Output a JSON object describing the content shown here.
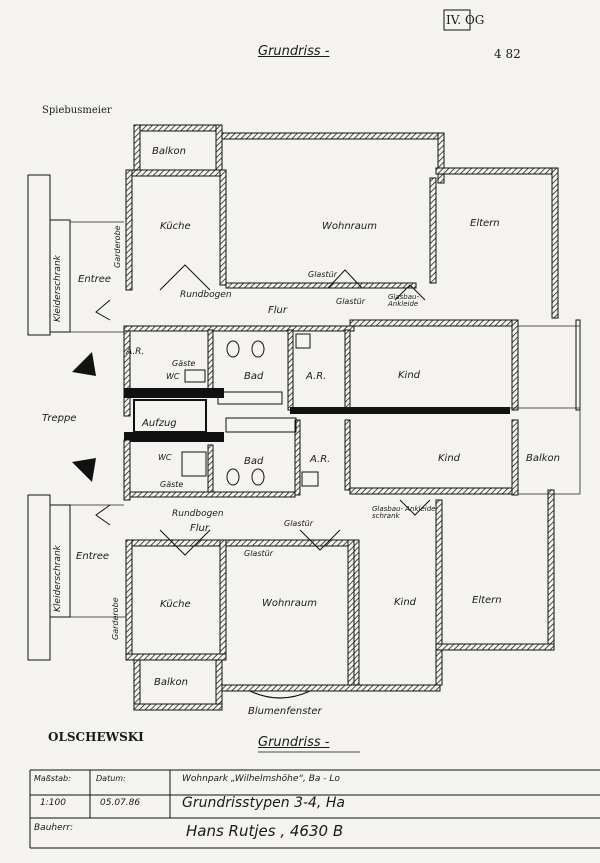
{
  "header": {
    "floor_stamp": "IV. OG",
    "sheet_no": "4 82",
    "title_top": "Grundriss -",
    "annotator_top": "Spiebusmeier",
    "annotator_bottom": "OLSCHEWSKI",
    "title_bottom": "Grundriss -"
  },
  "rooms": {
    "balkon_top": "Balkon",
    "kueche_top": "Küche",
    "wohnraum_top": "Wohnraum",
    "eltern_top": "Eltern",
    "garderobe_top": "Garderobe",
    "kleiderschrank_top": "Kleiderschrank",
    "entree_top": "Entree",
    "glastuer_top1": "Glastür",
    "rundbogen_top": "Rundbogen",
    "flur_top": "Flur",
    "glastuer_top2": "Glastür",
    "ankleide_top": "Glasbau- Ankleide",
    "ar_top_left": "A.R.",
    "gaeste_top": "Gäste",
    "wc_top": "WC",
    "bad_top": "Bad",
    "ar_top_mid": "A.R.",
    "kind_top": "Kind",
    "treppe": "Treppe",
    "aufzug": "Aufzug",
    "wc_bottom": "WC",
    "gaeste_bottom": "Gäste",
    "bad_bottom": "Bad",
    "ar_bottom_mid": "A.R.",
    "kind_mid": "Kind",
    "balkon_right": "Balkon",
    "ankleide_bottom": "Glasbau- Ankleide schrank",
    "rundbogen_bottom": "Rundbogen",
    "flur_bottom": "Flur",
    "glastuer_bottom1": "Glastür",
    "glastuer_bottom2": "Glastür",
    "kleiderschrank_bottom": "Kleiderschrank",
    "entree_bottom": "Entree",
    "garderobe_bottom": "Garderobe",
    "kueche_bottom": "Küche",
    "wohnraum_bottom": "Wohnraum",
    "kind_bottom": "Kind",
    "eltern_bottom": "Eltern",
    "balkon_bottom": "Balkon",
    "blumenfenster": "Blumenfenster"
  },
  "title_block": {
    "massstab_label": "Maßstab:",
    "datum_label": "Datum:",
    "massstab_value": "1:100",
    "datum_value": "05.07.86",
    "project": "Wohnpark „Wilhelmshöhe“, Ba - Lo",
    "subject": "Grundrisstypen 3-4, Ha",
    "bauherr_label": "Bauherr:",
    "bauherr_value": "Hans Rutjes , 4630 B"
  }
}
